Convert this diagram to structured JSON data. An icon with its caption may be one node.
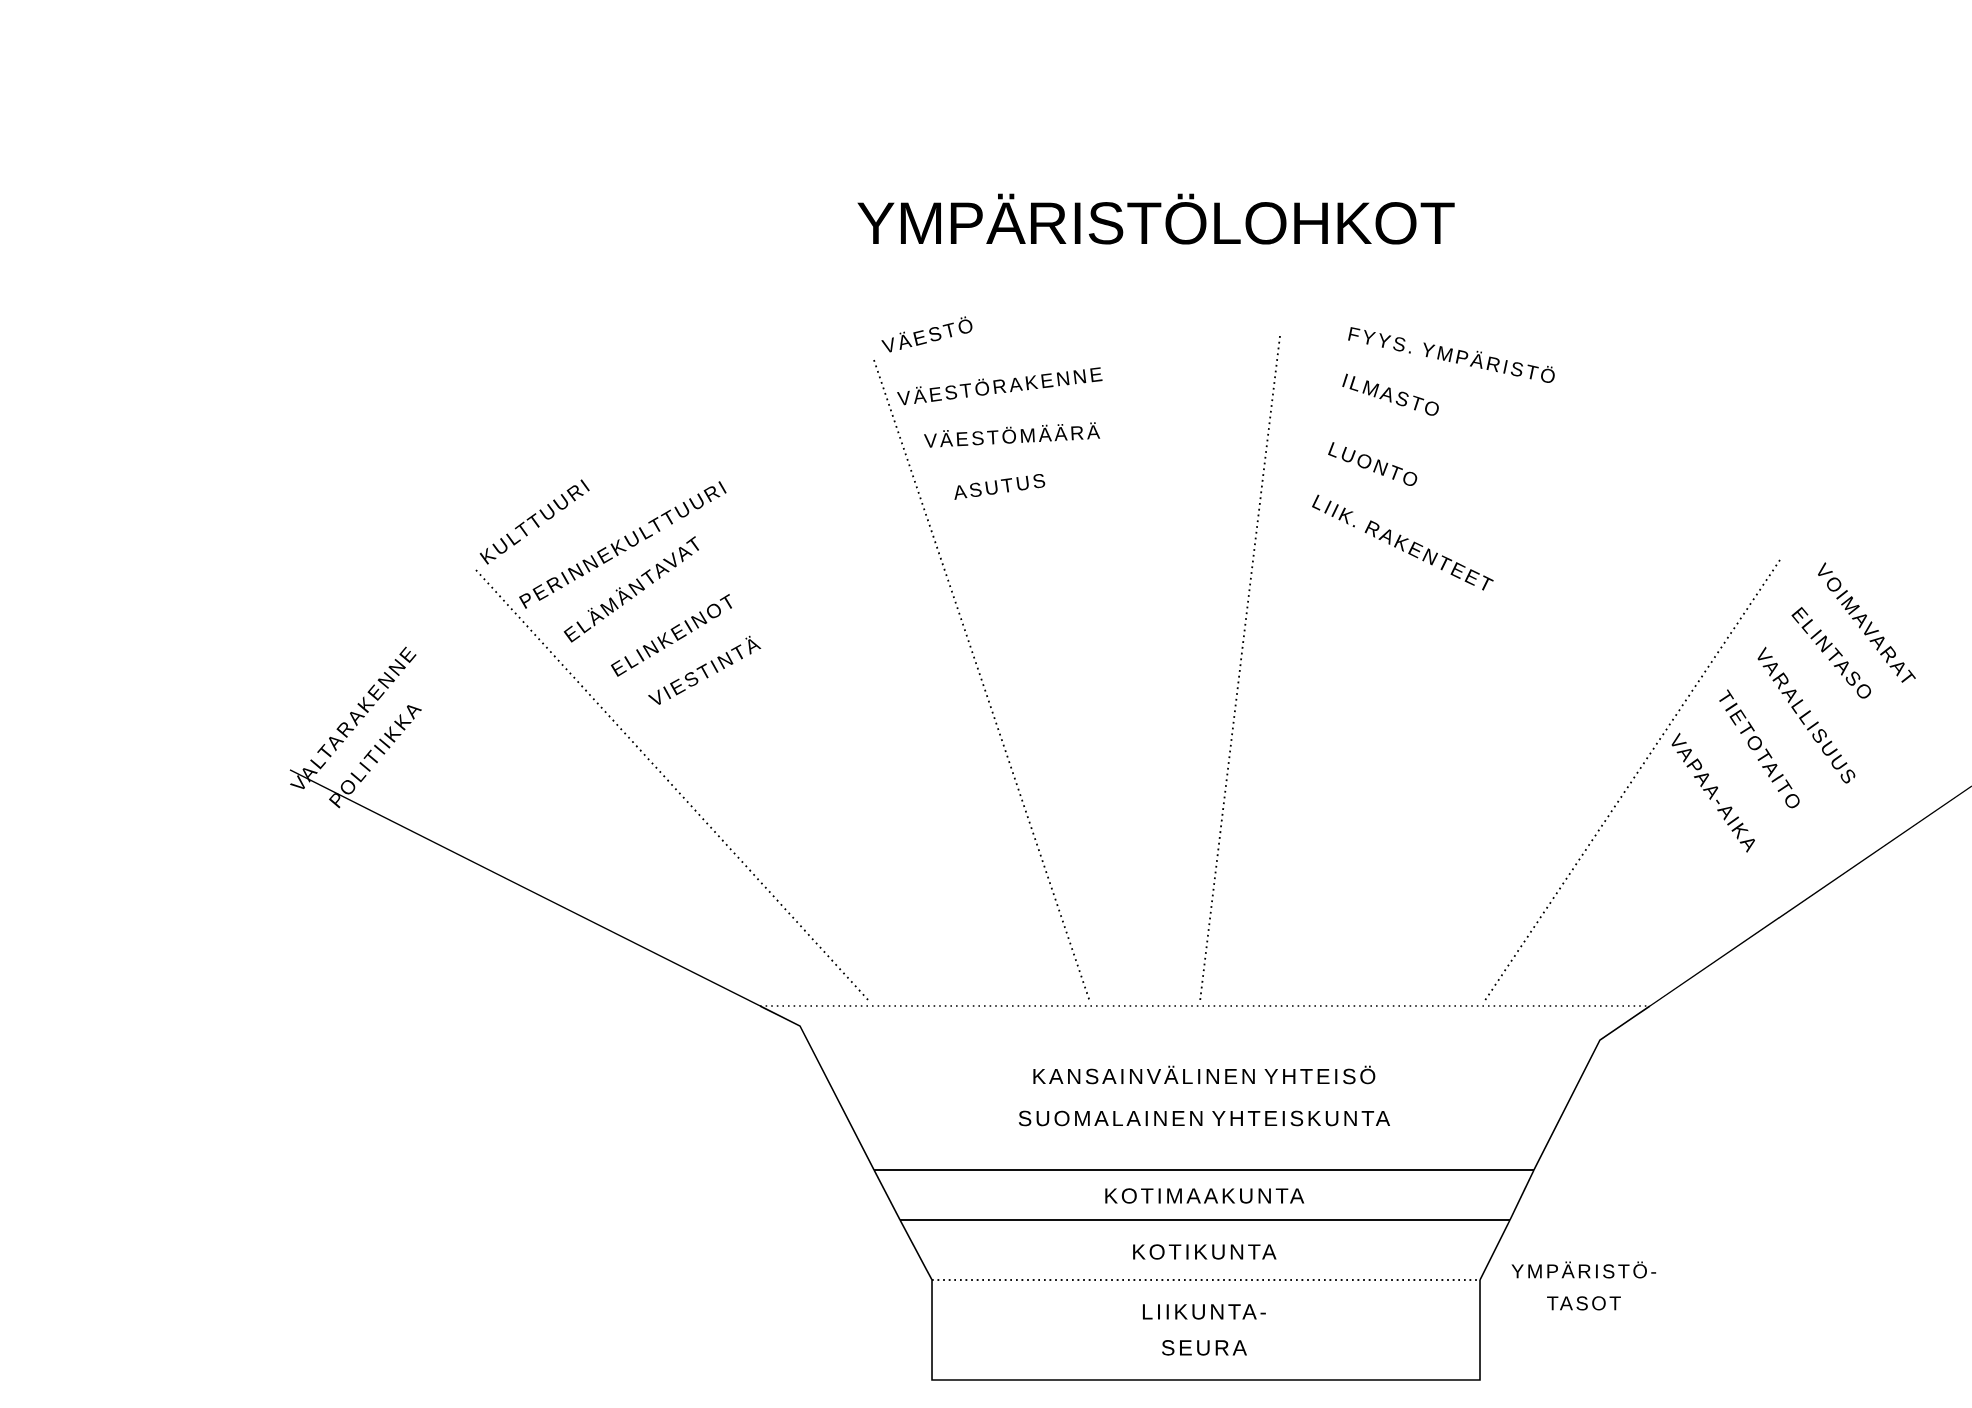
{
  "diagram": {
    "title": "YMPÄRISTÖLOHKOT",
    "nodes": [
      {
        "text": [
          "KANSAINVÄLINEN YHTEISÖ",
          "SUOMALAINEN YHTEISKUNTA"
        ]
      },
      {
        "text": [
          "KOTIMAAKUNTA"
        ]
      },
      {
        "text": [
          "KOTIKUNTA"
        ]
      },
      {
        "text": [
          "LIIKUNTA- SEURA"
        ]
      }
    ],
    "labels": [
      "VALTARAKENNE",
      "POLITIIKKA",
      "KULTTUURI",
      "PERINNEKULTTUURI",
      "ELÄMÄNTAVAT",
      "ELINKEINOT",
      "VIESTINTÄ",
      "VÄESTÖ",
      "VÄESTÖRAKENNE",
      "VÄESTÖMÄÄRÄ",
      "ASUTUS",
      "FYYS. YMPÄRISTÖ",
      "ILMASTO",
      "LUONTO",
      "LIIK. RAKENTEET",
      "VOIMAVARAT",
      "ELINTASO",
      "VARALLISUUS",
      "TIETOTAITO",
      "VAPAA-AIKA",
      "YMPÄRISTÖ- TASOT"
    ]
  }
}
